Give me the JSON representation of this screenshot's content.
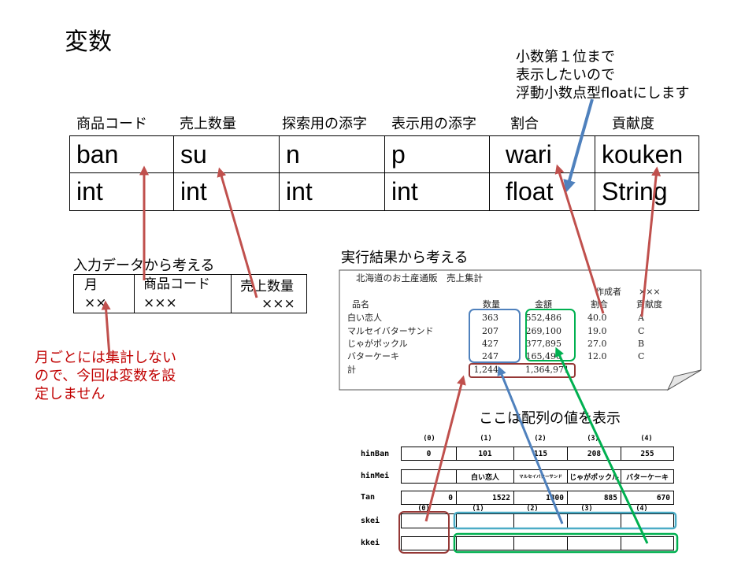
{
  "title": "変数",
  "float_note": {
    "line1": "小数第１位まで",
    "line2": "表示したいので",
    "line3": "浮動小数点型floatにします"
  },
  "variables": {
    "headers": [
      "商品コード",
      "売上数量",
      "探索用の添字",
      "表示用の添字",
      "割合",
      "貢献度"
    ],
    "names": [
      "ban",
      "su",
      "n",
      "p",
      "wari",
      "kouken"
    ],
    "types": [
      "int",
      "int",
      "int",
      "int",
      "float",
      "String"
    ]
  },
  "input_data": {
    "heading": "入力データから考える",
    "headers": [
      "月",
      "商品コード",
      "売上数量"
    ],
    "values": [
      "××",
      "×××",
      "×××"
    ],
    "note": [
      "月ごとには集計しない",
      "ので、今回は変数を設",
      "定しません"
    ]
  },
  "result": {
    "heading": "実行結果から考える",
    "report_title": "北海道のお土産通販　売上集計",
    "author": "作成者　　×××",
    "headers": [
      "品名",
      "数量",
      "金額",
      "割合",
      "貢献度"
    ],
    "rows": [
      {
        "name": "白い恋人",
        "qty": "363",
        "amount": "552,486",
        "ratio": "40.0",
        "rank": "A"
      },
      {
        "name": "マルセイバターサンド",
        "qty": "207",
        "amount": "269,100",
        "ratio": "19.0",
        "rank": "C"
      },
      {
        "name": "じゃがポックル",
        "qty": "427",
        "amount": "377,895",
        "ratio": "27.0",
        "rank": "B"
      },
      {
        "name": "バターケーキ",
        "qty": "247",
        "amount": "165,490",
        "ratio": "12.0",
        "rank": "C"
      }
    ],
    "total": {
      "label": "計",
      "qty": "1,244",
      "amount": "1,364,971"
    }
  },
  "array_note": "ここは配列の値を表示",
  "arrays": {
    "indexes": [
      "(0)",
      "(1)",
      "(2)",
      "(3)",
      "(4)"
    ],
    "hinBan": {
      "label": "hinBan",
      "values": [
        "0",
        "101",
        "115",
        "208",
        "255"
      ]
    },
    "hinMei": {
      "label": "hinMei",
      "values": [
        "",
        "白い恋人",
        "マルセイバターサンド",
        "じゃがポックル",
        "バターケーキ"
      ]
    },
    "Tan": {
      "label": "Tan",
      "values": [
        "0",
        "1522",
        "1300",
        "885",
        "670"
      ]
    },
    "skei": {
      "label": "skei"
    },
    "kkei": {
      "label": "kkei"
    }
  },
  "colors": {
    "note_text": "#c00000",
    "arrow_red": "#c0504d",
    "arrow_blue": "#4f81bd",
    "arrow_green": "#00b050",
    "box_blue": "#4f81bd",
    "box_green": "#00b050",
    "box_red": "#953735",
    "box_teal": "#4bacc6"
  }
}
